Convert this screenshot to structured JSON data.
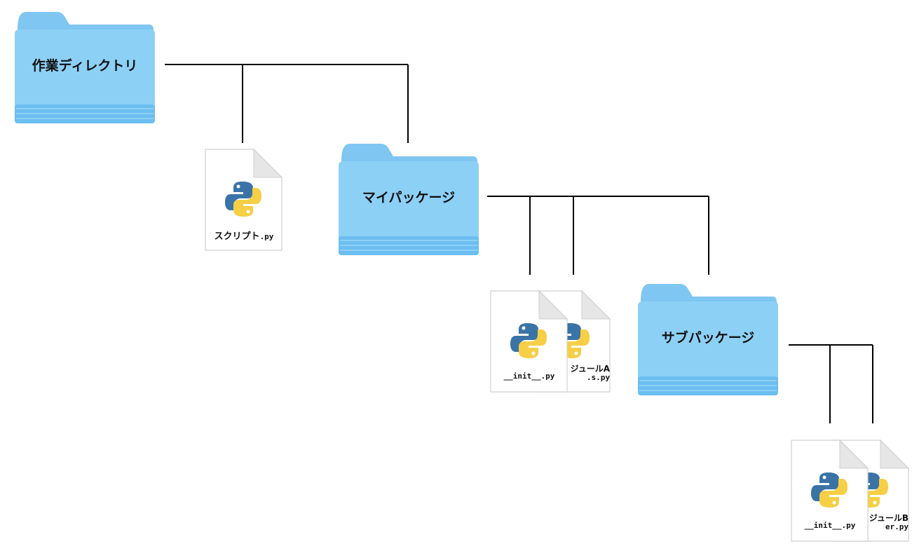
{
  "diagram": {
    "root": {
      "label": "作業ディレクトリ"
    },
    "script_file": {
      "stem": "スクリプト",
      "ext": ".py"
    },
    "package": {
      "label": "マイパッケージ",
      "init_file": {
        "name": "__init__.py"
      },
      "module_file": {
        "line1": "ジュールA",
        "line2": ".s.py"
      }
    },
    "subpackage": {
      "label": "サブパッケージ",
      "init_file": {
        "name": "__init__.py"
      },
      "module_file": {
        "line1": "ジュールB",
        "line2": "er.py"
      }
    },
    "colors": {
      "folder_light": "#8fd0f5",
      "folder_mid": "#6cbef0",
      "folder_dark": "#55aee6",
      "python_blue": "#3a74a7",
      "python_yellow": "#f6cf45",
      "line": "#000000"
    }
  }
}
